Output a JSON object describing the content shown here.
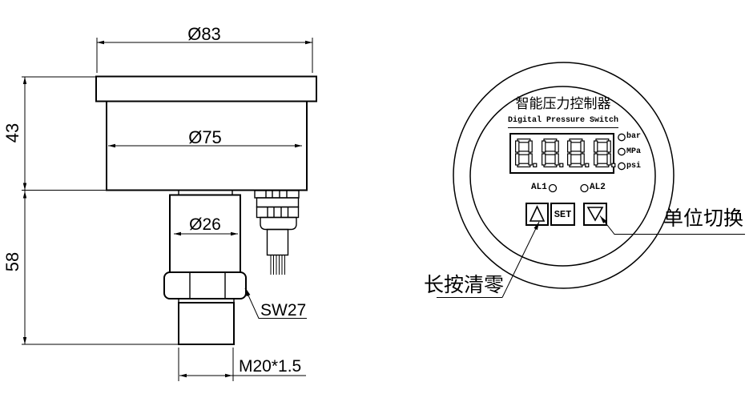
{
  "side_view": {
    "dim_diameter_cap": "Ø83",
    "dim_diameter_body": "Ø75",
    "dim_diameter_port": "Ø26",
    "dim_height_body": "43",
    "dim_height_lower": "58",
    "label_wrench_size": "SW27",
    "label_thread": "M20*1.5"
  },
  "front_view": {
    "title_cn": "智能压力控制器",
    "subtitle_en": "Digital Pressure Switch",
    "display_value": "8.8.8.8.",
    "units": [
      "bar",
      "MPa",
      "psi"
    ],
    "alarm_left": "AL1",
    "alarm_right": "AL2",
    "button_set": "SET",
    "annotation_unit_switch": "单位切换",
    "annotation_long_press_zero": "长按清零"
  },
  "colors": {
    "line": "#000000",
    "background": "#ffffff"
  }
}
